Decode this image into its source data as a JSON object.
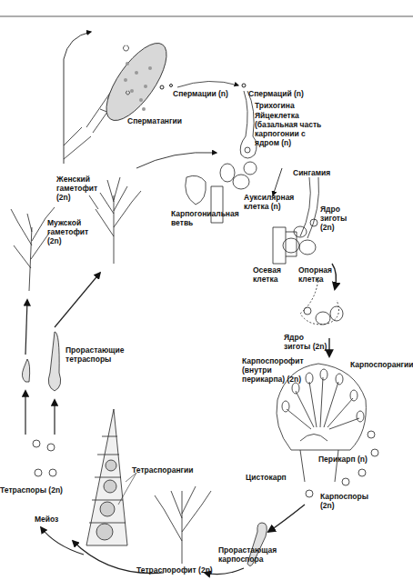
{
  "diagram": {
    "labels": [
      "Спермации (n)",
      "Спермаций (n)",
      "Сперматангии",
      "Трихогина",
      "Яйцеклетка (базальная часть карпогонии с ядром (n)",
      "Сингамия",
      "Женский гаметофит (2n)",
      "Мужской гаметофит (2n)",
      "Карпогониальная ветвь",
      "Ауксилярная клетка (n)",
      "Ядро зиготы (2n)",
      "Осевая клетка",
      "Опорная клетка",
      "Ядро зиготы (2n)",
      "Карпоспорофит (внутри перикарпа) (2n)",
      "Карпоспорангии",
      "Прорастающие тетраспоры",
      "Перикарп (n)",
      "Цистокарп",
      "Карпоспоры (2n)",
      "Тетраспоры (2n)",
      "Мейоз",
      "Тетраспорангии",
      "Тетраспорофит (2n)",
      "Прорастающая карпоспора"
    ]
  }
}
